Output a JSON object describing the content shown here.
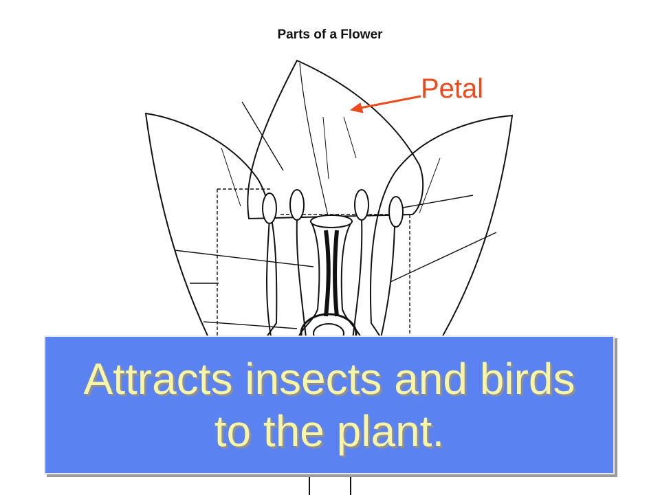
{
  "diagram": {
    "title": "Parts of a Flower",
    "labels": {
      "petal": "Petal"
    },
    "colors": {
      "label": "#ec4a1c",
      "arrow": "#ec4a1c",
      "caption_box": "#5a82f0",
      "caption_text": "#f7f5a8",
      "line_art": "#111111"
    }
  },
  "caption": {
    "text": "Attracts insects and birds to the plant."
  }
}
